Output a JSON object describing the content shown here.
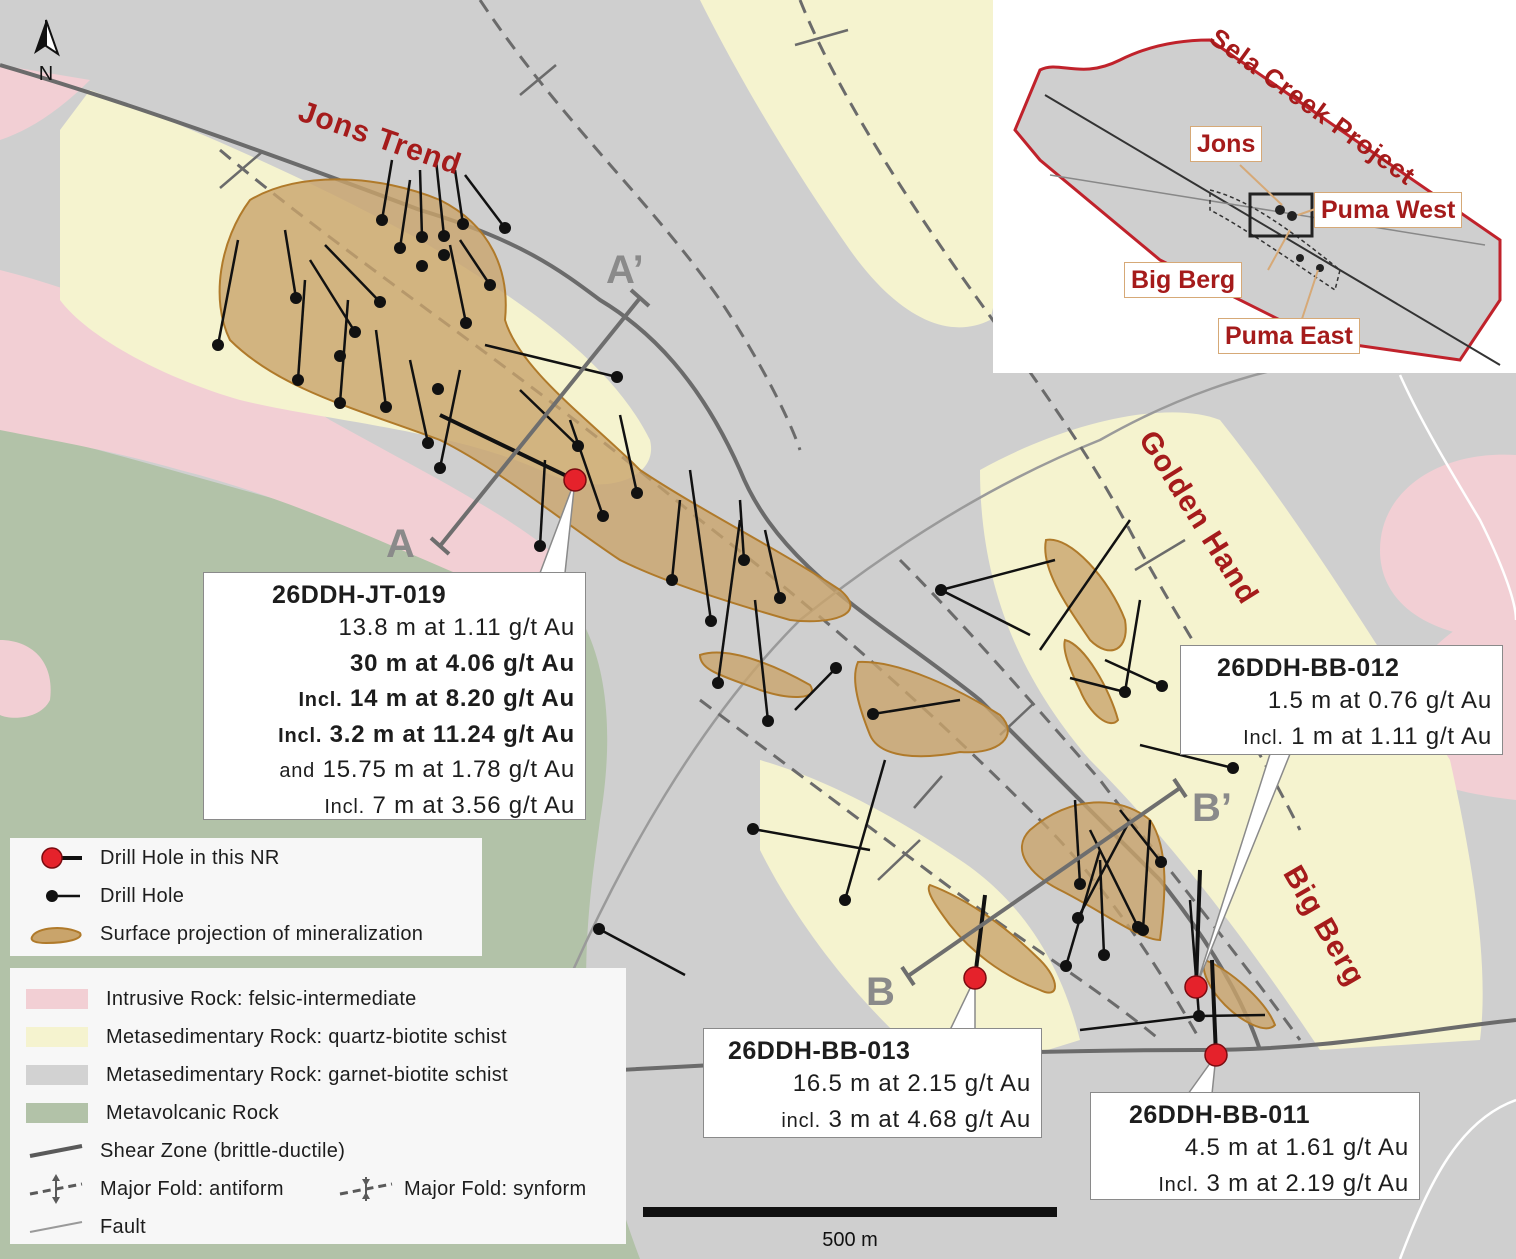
{
  "map": {
    "north_label": "N",
    "trend_labels": {
      "jons": "Jons Trend",
      "golden_hand": "Golden Hand",
      "big_berg": "Big Berg"
    },
    "section_labels": {
      "a": "A",
      "a_prime": "A’",
      "b": "B",
      "b_prime": "B’"
    },
    "scale_bar_label": "500 m"
  },
  "callouts": [
    {
      "hole": "26DDH-JT-019",
      "lines": [
        {
          "pre": "",
          "text": "13.8 m at 1.11 g/t Au",
          "bold": false
        },
        {
          "pre": "",
          "text": "30 m at 4.06 g/t Au",
          "bold": true
        },
        {
          "pre": "Incl.",
          "text": "14 m at 8.20 g/t Au",
          "bold": true
        },
        {
          "pre": "Incl.",
          "text": "3.2 m at 11.24 g/t Au",
          "bold": true
        },
        {
          "pre": "and",
          "text": "15.75 m at 1.78 g/t Au",
          "bold": false
        },
        {
          "pre": "Incl.",
          "text": "7 m at 3.56 g/t Au",
          "bold": false
        }
      ]
    },
    {
      "hole": "26DDH-BB-012",
      "lines": [
        {
          "pre": "",
          "text": "1.5 m at 0.76 g/t Au",
          "bold": false
        },
        {
          "pre": "Incl.",
          "text": "1 m at 1.11 g/t Au",
          "bold": false
        }
      ]
    },
    {
      "hole": "26DDH-BB-013",
      "lines": [
        {
          "pre": "",
          "text": "16.5 m at 2.15 g/t Au",
          "bold": false
        },
        {
          "pre": "incl.",
          "text": "3 m at 4.68 g/t Au",
          "bold": false
        }
      ]
    },
    {
      "hole": "26DDH-BB-011",
      "lines": [
        {
          "pre": "",
          "text": "4.5 m at 1.61 g/t Au",
          "bold": false
        },
        {
          "pre": "Incl.",
          "text": "3 m at 2.19 g/t Au",
          "bold": false
        }
      ]
    }
  ],
  "legend_symbols": [
    {
      "label": "Drill Hole in this NR"
    },
    {
      "label": "Drill Hole"
    },
    {
      "label": "Surface projection of mineralization"
    }
  ],
  "legend_geology": [
    {
      "label": "Intrusive Rock: felsic-intermediate",
      "color": "#f2cfd4"
    },
    {
      "label": "Metasedimentary Rock: quartz-biotite schist",
      "color": "#f5f3cf"
    },
    {
      "label": "Metasedimentary Rock: garnet-biotite schist",
      "color": "#d2d2d2"
    },
    {
      "label": "Metavolcanic Rock",
      "color": "#b2c2a8"
    },
    {
      "label": "Shear Zone (brittle-ductile)"
    },
    {
      "label": "Major Fold: antiform"
    },
    {
      "label": "Major Fold: synform"
    },
    {
      "label": "Fault"
    }
  ],
  "inset": {
    "project_label": "Sela Creek Project",
    "targets": [
      "Jons",
      "Puma West",
      "Big Berg",
      "Puma East"
    ]
  },
  "colors": {
    "intrusive": "#f2cfd4",
    "quartz_biotite": "#f5f3cf",
    "garnet_biotite": "#d2d2d2",
    "metavolcanic": "#b2c2a8",
    "mineralization_fill": "#c9a46b",
    "mineralization_stroke": "#b07a2a",
    "highlight_hole": "#e5222b",
    "label_red": "#a51b1b"
  }
}
